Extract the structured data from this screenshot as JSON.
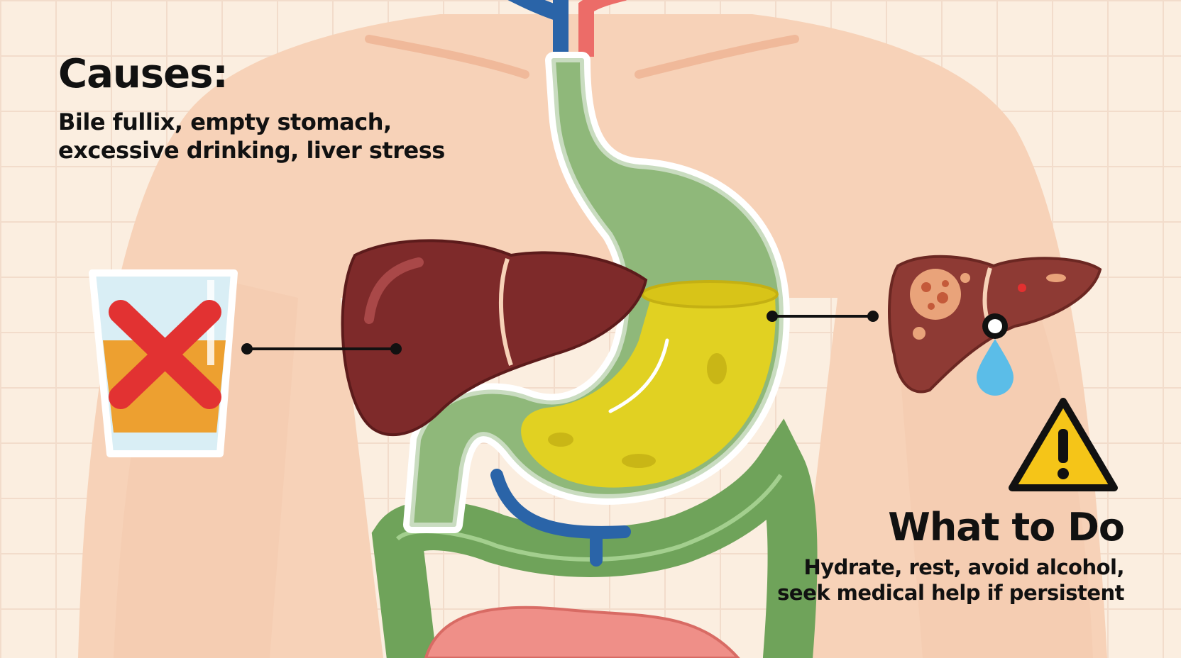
{
  "causes": {
    "title": "Causes:",
    "line1": "Bile fullix, empty stomach,",
    "line2": "excessive drinking, liver stress"
  },
  "what_to_do": {
    "title": "What to Do",
    "line1": "Hydrate, rest, avoid alcohol,",
    "line2": "seek medical help if persistent"
  },
  "colors": {
    "background": "#fbeee0",
    "skin": "#f7d2b8",
    "liver": "#7e2a2a",
    "stomach": "#8fb87a",
    "bile": "#e6d21e",
    "intestine": "#6fa35a",
    "warning": "#f5c518",
    "cross": "#e23232"
  },
  "icons": [
    "glass-icon",
    "cross-icon",
    "liver-icon",
    "stomach-icon",
    "diseased-liver-icon",
    "drop-icon",
    "warning-icon"
  ]
}
